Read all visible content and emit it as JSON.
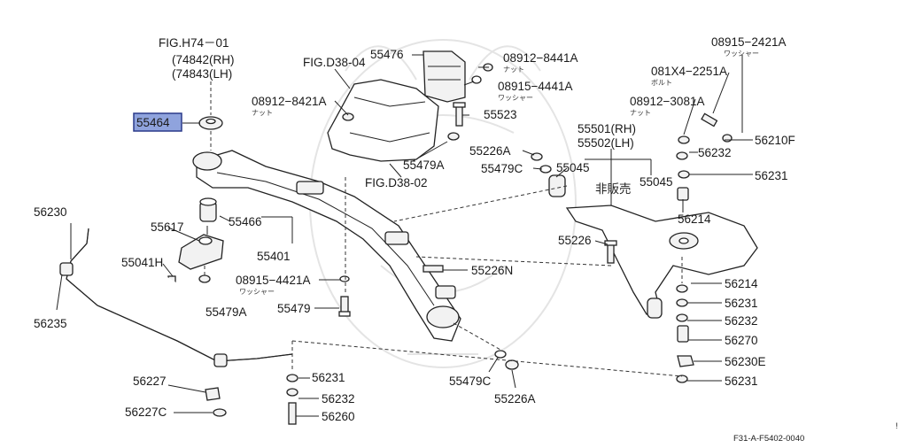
{
  "labels": {
    "fig_h74": "FIG.H74－01",
    "p74842": "(74842(RH)",
    "p74843": "(74843(LH)",
    "p55464": "55464",
    "fig_d38_04": "FIG.D38-04",
    "p55476": "55476",
    "p08912_8441a": "08912−8441A",
    "nut1": "ナット",
    "p08915_4441a": "08915−4441A",
    "washer1": "ワッシャー",
    "p08912_8421a": "08912−8421A",
    "nut2": "ナット",
    "p55523": "55523",
    "p55479a_top": "55479A",
    "fig_d38_02": "FIG.D38-02",
    "p55226a_top": "55226A",
    "p55479c_top": "55479C",
    "p55045_l": "55045",
    "p55501": "55501(RH)",
    "p55502": "55502(LH)",
    "hihanbai": "非販売",
    "p55045_r": "55045",
    "p08915_2421a": "08915−2421A",
    "washer2": "ワッシャー",
    "p081x4_2251a": "081X4−2251A",
    "bolt1": "ボルト",
    "p08912_3081a": "08912−3081A",
    "nut3": "ナット",
    "p56210f": "56210F",
    "p56232_top": "56232",
    "p56231_top": "56231",
    "p56214_top": "56214",
    "p56230": "56230",
    "p55617": "55617",
    "p55466": "55466",
    "p55401": "55401",
    "p55041h": "55041H",
    "p56235": "56235",
    "p55479a_bot": "55479A",
    "p08915_4421a": "08915−4421A",
    "washer3": "ワッシャー",
    "p55479": "55479",
    "p55226": "55226",
    "p55226n": "55226N",
    "p56214_bot": "56214",
    "p56231_mid": "56231",
    "p56232_mid": "56232",
    "p56270": "56270",
    "p56230e": "56230E",
    "p56231_bot": "56231",
    "p56231_l": "56231",
    "p56232_l": "56232",
    "p56260": "56260",
    "p56227": "56227",
    "p56227c": "56227C",
    "p55479c_bot": "55479C",
    "p55226a_bot": "55226A",
    "footer": "F31-A-F5402-0040",
    "edge_mark": "!"
  },
  "highlight": {
    "part": "55464",
    "fill": "#8fa3dd",
    "border": "#2a3a8a"
  }
}
